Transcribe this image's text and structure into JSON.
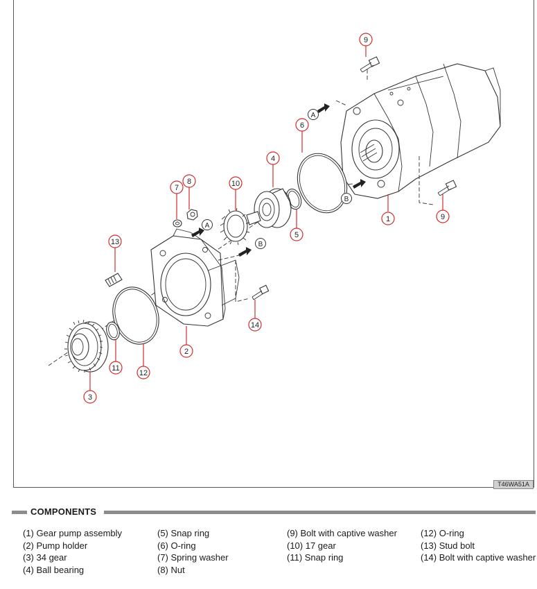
{
  "figure": {
    "code": "T46WA51A",
    "callouts": [
      "1",
      "2",
      "3",
      "4",
      "5",
      "6",
      "7",
      "8",
      "9",
      "9",
      "10",
      "11",
      "12",
      "13",
      "14"
    ],
    "ref_letters": [
      "A",
      "A",
      "B",
      "B"
    ]
  },
  "components": {
    "title": "COMPONENTS",
    "columns": [
      [
        "(1) Gear pump assembly",
        "(2) Pump holder",
        "(3) 34 gear",
        "(4) Ball bearing"
      ],
      [
        "(5) Snap ring",
        "(6) O-ring",
        "(7) Spring washer",
        "(8) Nut"
      ],
      [
        "(9) Bolt with captive washer",
        "(10) 17 gear",
        "(11) Snap ring"
      ],
      [
        "(12) O-ring",
        "(13) Stud bolt",
        "(14) Bolt with captive washer"
      ]
    ]
  },
  "colors": {
    "callout": "#d42a2a",
    "line": "#333333",
    "header_bar": "#8c8c8c"
  }
}
